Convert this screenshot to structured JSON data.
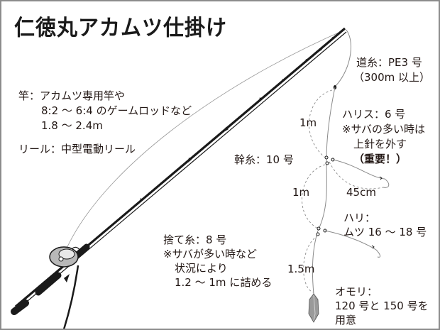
{
  "title": "仁徳丸アカムツ仕掛け",
  "rod": {
    "line1": "竿：アカムツ専用竿や",
    "line2": "8:2 〜 6:4 のゲームロッドなど",
    "line3": "1.8 〜 2.4m"
  },
  "reel": {
    "line1": "リール：中型電動リール"
  },
  "main_line": {
    "line1": "道糸：PE3 号",
    "line2": "（300m 以上）"
  },
  "leader": {
    "line1": "ハリス：6 号",
    "line2": "※サバの多い時は",
    "line3": "上針を外す",
    "line4": "（重要！）"
  },
  "trunk_line": {
    "line1": "幹糸：10 号"
  },
  "hook": {
    "line1": "ハリ：",
    "line2": "ムツ 16 〜 18 号"
  },
  "sinker_line": {
    "line1": "捨て糸：8 号",
    "line2": "※サバが多い時など",
    "line3": "状況により",
    "line4": "1.2 〜 1m に詰める"
  },
  "sinker": {
    "line1": "オモリ：",
    "line2": "120 号と 150 号を",
    "line3": "用意"
  },
  "measurements": {
    "upper_trunk": "1m",
    "middle_trunk": "1m",
    "branch_length": "45cm",
    "sinker_length": "1.5m"
  },
  "colors": {
    "border": "#8c8c8c",
    "ink": "#231815",
    "line_gray": "#8a8a8a",
    "sinker_gray": "#9a9a9a"
  }
}
